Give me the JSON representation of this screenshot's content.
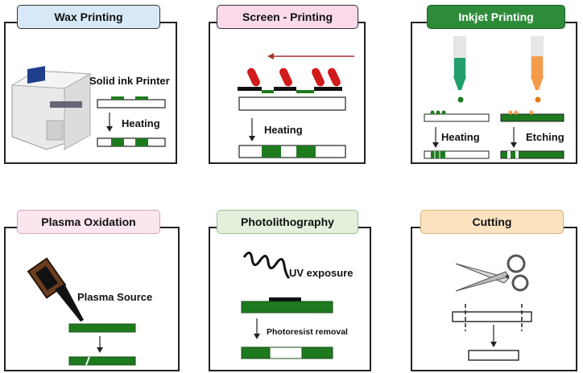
{
  "panels": {
    "wax": {
      "title": "Wax Printing",
      "title_color": "#d7e9f6",
      "labels": {
        "printer": "Solid ink Printer",
        "heating": "Heating"
      }
    },
    "screen": {
      "title": "Screen - Printing",
      "title_color": "#f9d9ea",
      "labels": {
        "heating": "Heating"
      }
    },
    "inkjet": {
      "title": "Inkjet Printing",
      "title_color": "#2e8b3a",
      "labels": {
        "heating": "Heating",
        "etching": "Etching"
      }
    },
    "plasma": {
      "title": "Plasma Oxidation",
      "title_color": "#fbe6f0",
      "labels": {
        "source": "Plasma Source"
      }
    },
    "photo": {
      "title": "Photolithography",
      "title_color": "#e2f0dc",
      "labels": {
        "uv": "UV exposure",
        "removal": "Photoresist removal"
      }
    },
    "cutting": {
      "title": "Cutting",
      "title_color": "#fbe3c0"
    }
  },
  "colors": {
    "accent_green": "#1e7a1e",
    "ink_red": "#d11a1a",
    "ink_orange": "#f59b4a",
    "ink_green": "#22a06b"
  }
}
